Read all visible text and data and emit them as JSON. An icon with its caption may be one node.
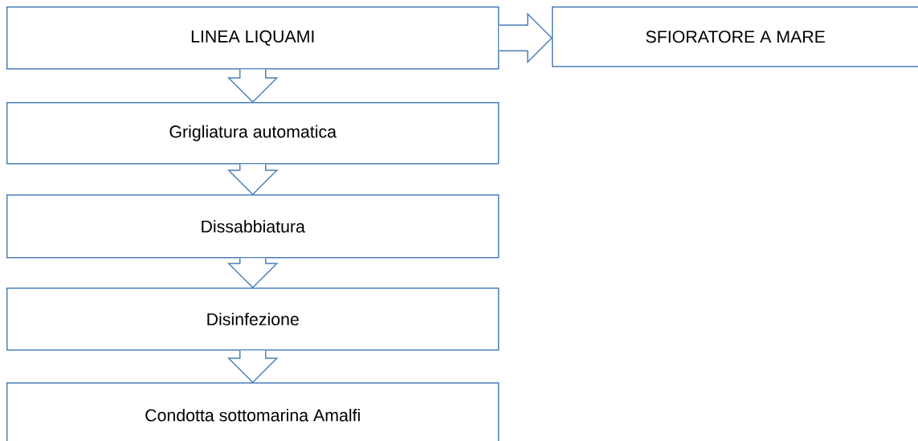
{
  "diagram": {
    "nodes": [
      {
        "text": [
          "LINEA LIQUAMI"
        ]
      },
      {
        "text": [
          "SFIORATORE A MARE"
        ]
      },
      {
        "text": [
          "Grigliatura automatica"
        ]
      },
      {
        "text": [
          "Dissabbiatura"
        ]
      },
      {
        "text": [
          "Disinfezione"
        ]
      },
      {
        "text": [
          "Condotta sottomarina Amalfi"
        ]
      }
    ],
    "edges": [
      {
        "from": 0,
        "to": 1,
        "arrow": "to"
      },
      {
        "from": 0,
        "to": 2,
        "arrow": "to"
      },
      {
        "from": 2,
        "to": 3,
        "arrow": "to"
      },
      {
        "from": 3,
        "to": 4,
        "arrow": "to"
      },
      {
        "from": 4,
        "to": 5,
        "arrow": "to"
      }
    ]
  }
}
